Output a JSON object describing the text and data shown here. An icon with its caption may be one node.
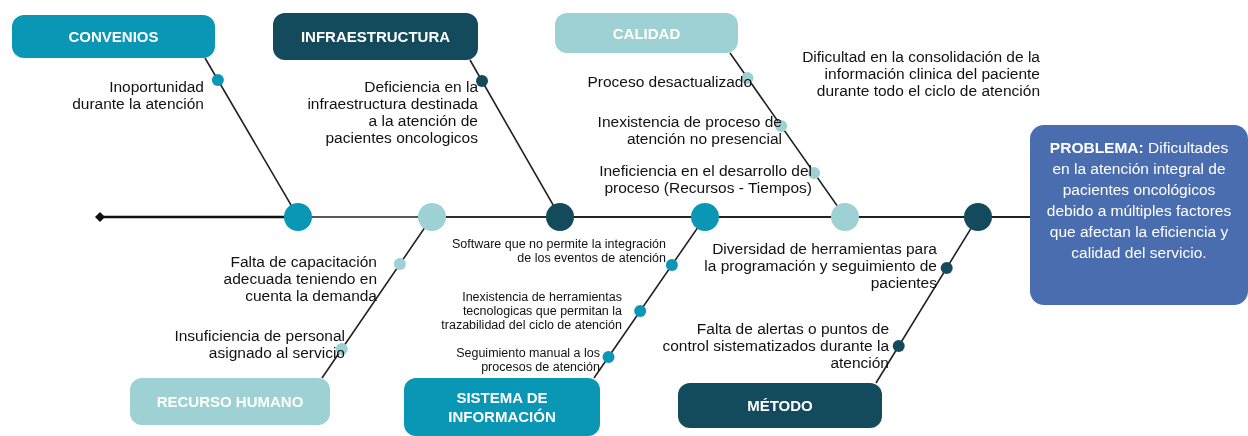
{
  "diagram": {
    "nodes": [
      {
        "text": [
          "CONVENIOS"
        ]
      },
      {
        "text": [
          "INFRAESTRUCTURA"
        ]
      },
      {
        "text": [
          "CALIDAD"
        ]
      },
      {
        "text": [
          "RECURSO HUMANO"
        ]
      },
      {
        "text": [
          "SISTEMA DE INFORMACIÓN"
        ]
      },
      {
        "text": [
          "MÉTODO"
        ]
      },
      {
        "text": [
          "**PROBLEMA:** Dificultades en la atención integral de pacientes oncológicos debido a múltiples factores que afectan la eficiencia y calidad del servicio."
        ]
      }
    ],
    "edges": [
      {
        "from": 0,
        "to": 6,
        "arrow": "none"
      },
      {
        "from": 1,
        "to": 6,
        "arrow": "none"
      },
      {
        "from": 2,
        "to": 6,
        "arrow": "none"
      },
      {
        "from": 3,
        "to": 6,
        "arrow": "none"
      },
      {
        "from": 4,
        "to": 6,
        "arrow": "none"
      },
      {
        "from": 5,
        "to": 6,
        "arrow": "none"
      }
    ],
    "labels": [
      "Inoportunidad durante la atención",
      "Deficiencia en la infraestructura destinada a la atención de pacientes oncologicos",
      "Proceso desactualizado",
      "Inexistencia de proceso de atención no presencial",
      "Ineficiencia en el desarrollo del proceso (Recursos - Tiempos)",
      "Dificultad en la consolidación de la información clinica del paciente durante todo el ciclo de atención",
      "Falta de capacitación adecuada teniendo en cuenta la demanda",
      "Insuficiencia de personal asignado al servicio",
      "Software  que no permite la integración de los eventos de atención",
      "Inexistencia de herramientas tecnologicas que permitan la trazabilidad del ciclo de atención",
      "Seguimiento manual a los procesos de atención",
      "Diversidad de herramientas para  la programación y seguimiento de pacientes",
      "Falta de alertas o puntos de control sistematizados durante la atención"
    ]
  }
}
